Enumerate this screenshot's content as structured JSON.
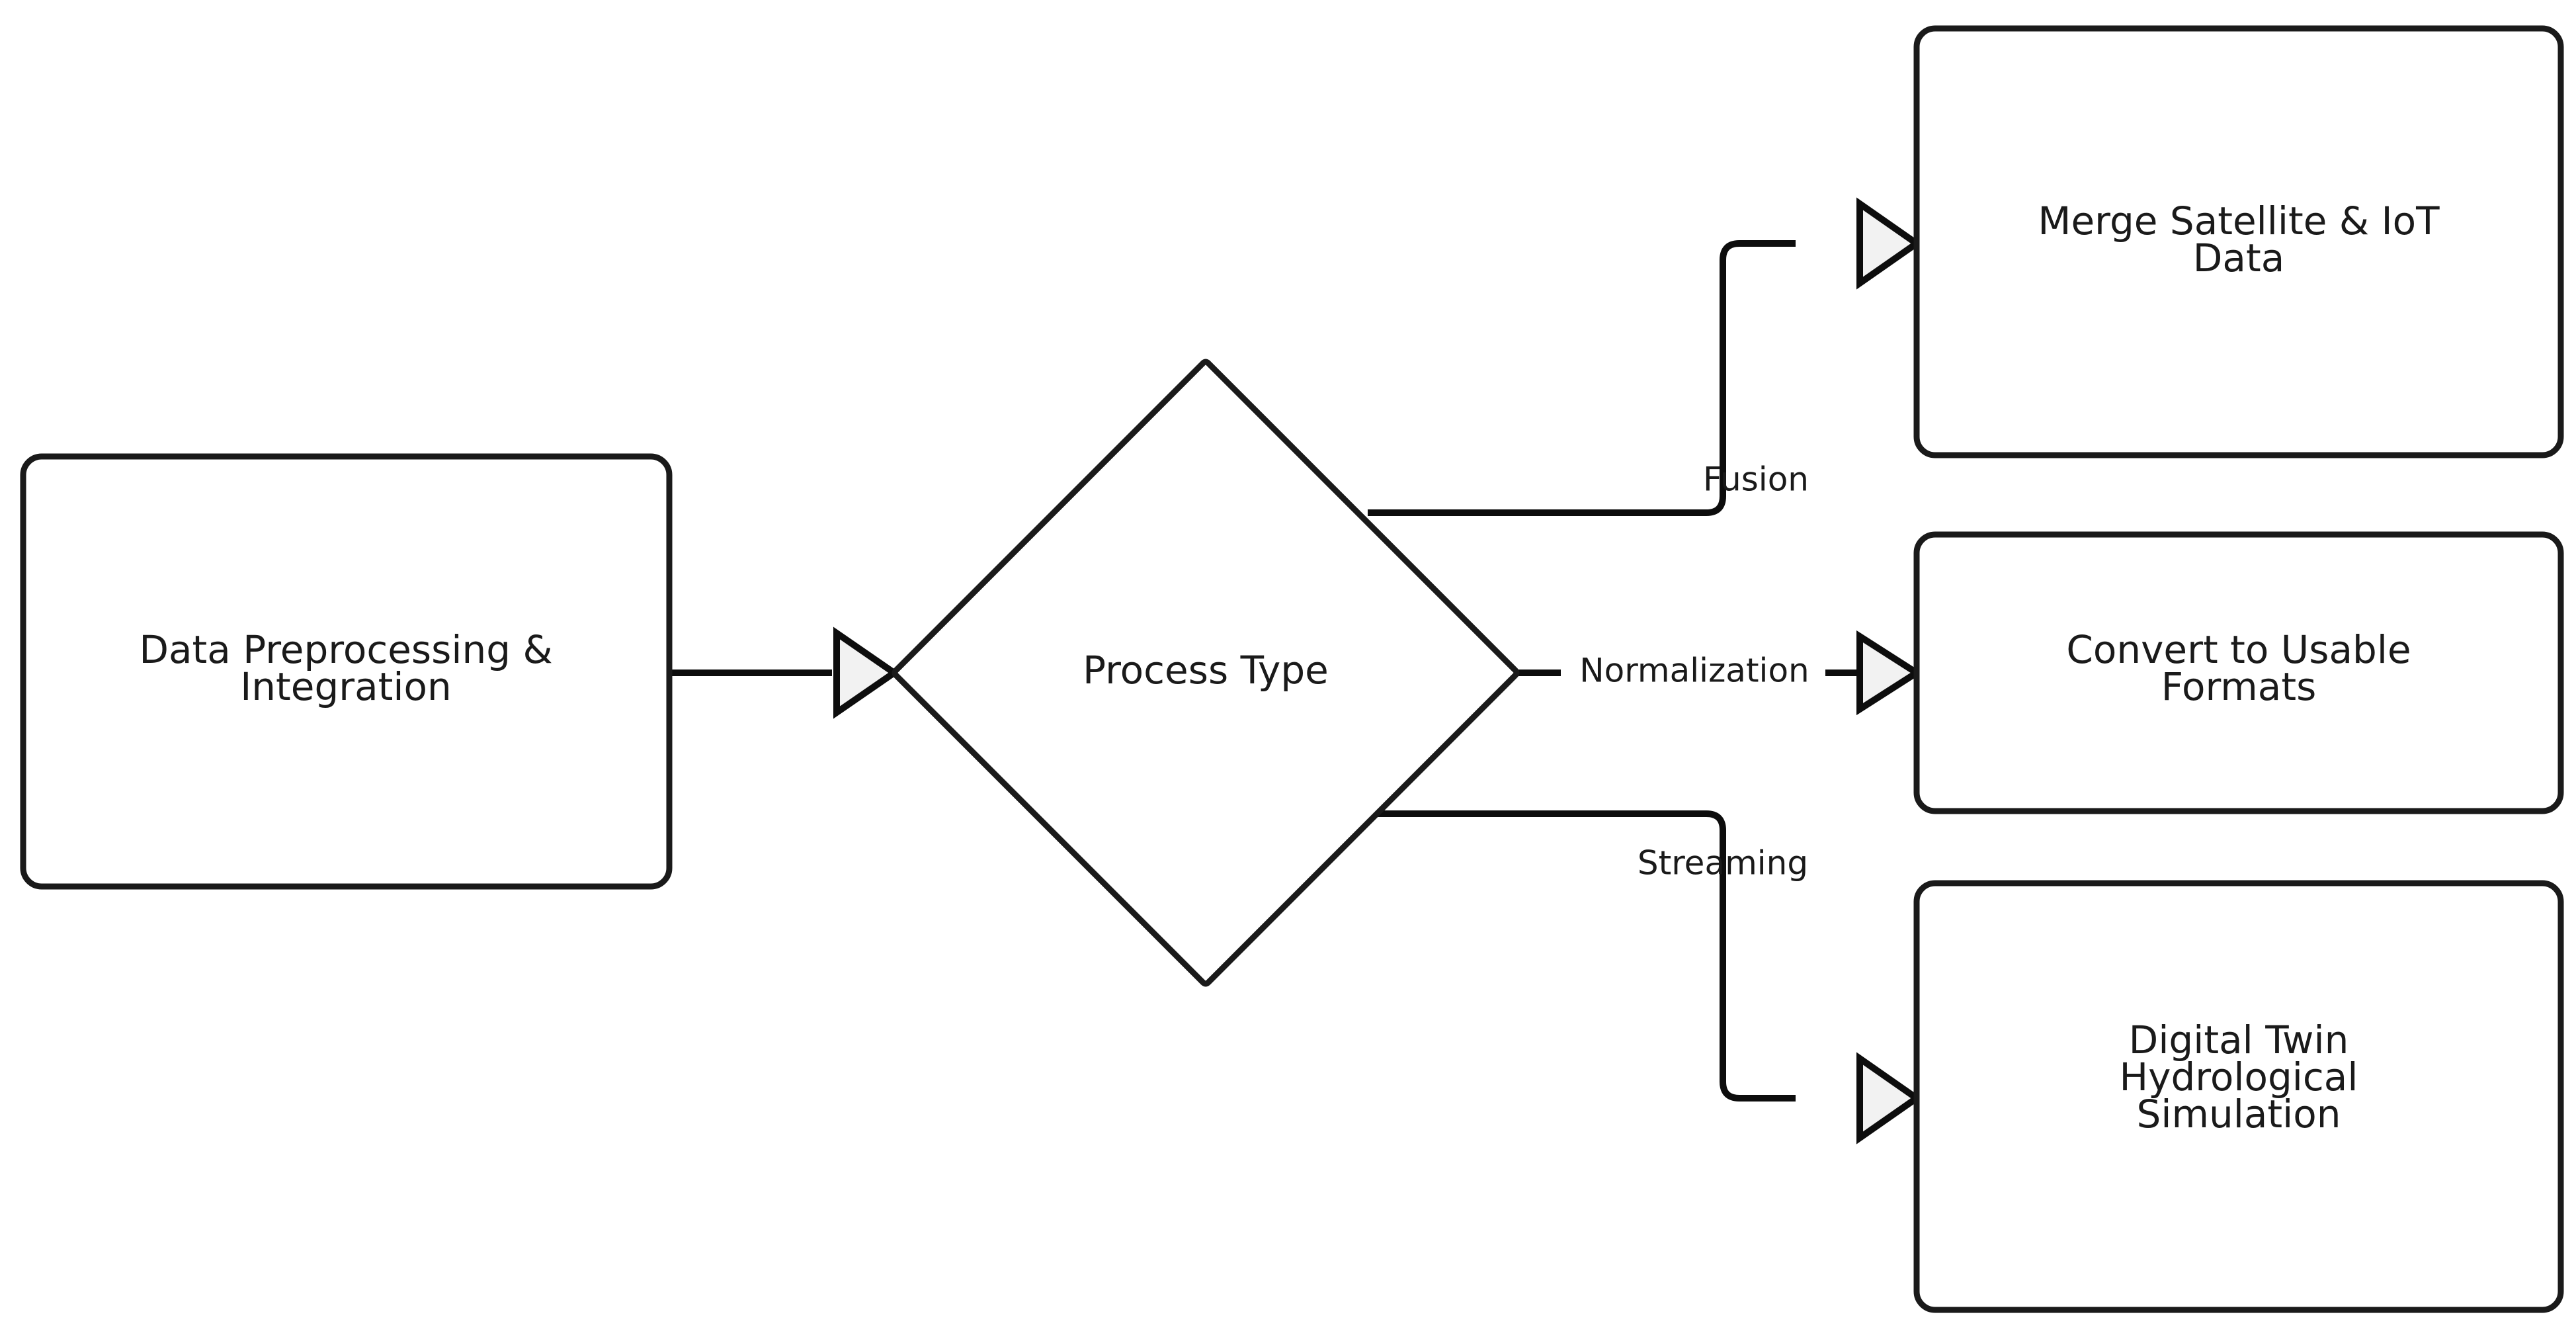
{
  "diagram": {
    "type": "flowchart",
    "orientation": "left-to-right",
    "background_color": "#ffffff",
    "line_color": "#0d0d0d",
    "text_color": "#1a1a1a",
    "arrowhead_style": "hollow-triangle",
    "nodes": [
      {
        "id": "preprocess",
        "shape": "rounded-rectangle",
        "lines": [
          "Data Preprocessing &",
          "Integration"
        ]
      },
      {
        "id": "process_type",
        "shape": "diamond",
        "lines": [
          "Process Type"
        ]
      },
      {
        "id": "merge",
        "shape": "rounded-rectangle",
        "lines": [
          "Merge Satellite & IoT",
          "Data"
        ]
      },
      {
        "id": "convert",
        "shape": "rounded-rectangle",
        "lines": [
          "Convert to Usable",
          "Formats"
        ]
      },
      {
        "id": "twin",
        "shape": "rounded-rectangle",
        "lines": [
          "Digital Twin",
          "Hydrological",
          "Simulation"
        ]
      }
    ],
    "edges": [
      {
        "id": "e1",
        "from": "preprocess",
        "to": "process_type",
        "label": ""
      },
      {
        "id": "e2",
        "from": "process_type",
        "to": "merge",
        "label": "Fusion"
      },
      {
        "id": "e3",
        "from": "process_type",
        "to": "convert",
        "label": "Normalization"
      },
      {
        "id": "e4",
        "from": "process_type",
        "to": "twin",
        "label": "Streaming"
      }
    ]
  }
}
